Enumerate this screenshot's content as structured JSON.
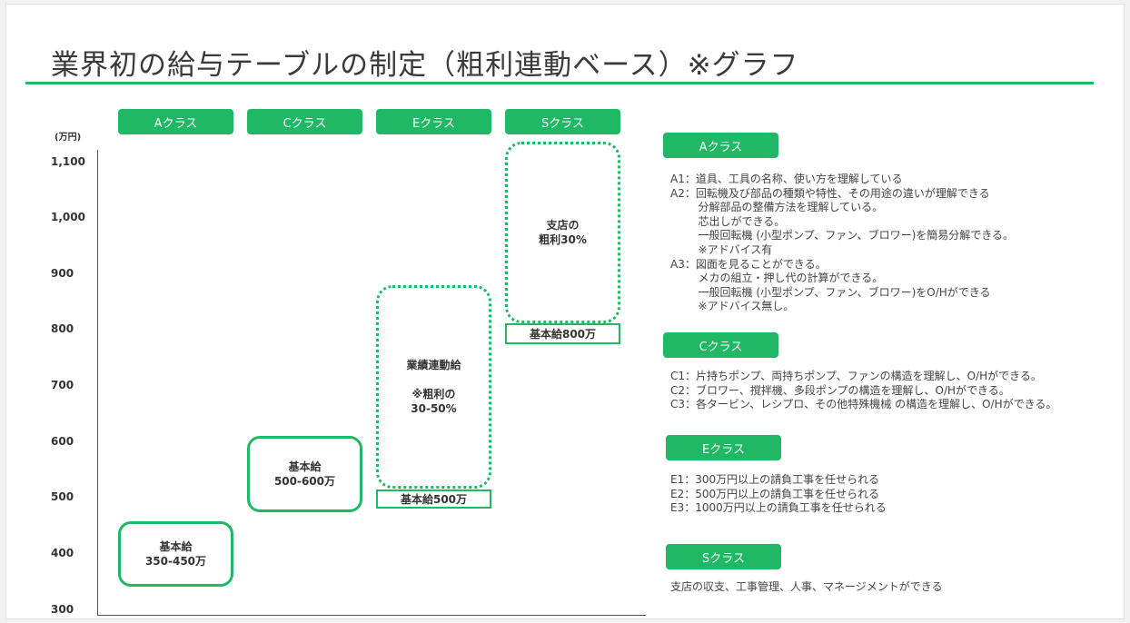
{
  "title": "業界初の給与テーブルの制定（粗利連動ベース）※グラフ",
  "chart": {
    "unit_label": "(万円)",
    "y_ticks": [
      "1,100",
      "1,000",
      "900",
      "800",
      "700",
      "600",
      "500",
      "400",
      "300"
    ],
    "columns": [
      {
        "label": "Aクラス"
      },
      {
        "label": "Cクラス"
      },
      {
        "label": "Eクラス"
      },
      {
        "label": "Sクラス"
      }
    ],
    "boxes": {
      "a_base": "基本給\n350-450万",
      "c_base": "基本給\n500-600万",
      "e_perf": "業績連動給\n\n※粗利の\n30-50%",
      "e_base": "基本給500万",
      "s_profit": "支店の\n粗利30%",
      "s_base": "基本給800万"
    }
  },
  "chart_data": {
    "type": "bar",
    "ylabel": "(万円)",
    "ylim": [
      300,
      1100
    ],
    "categories": [
      "Aクラス",
      "Cクラス",
      "Eクラス",
      "Sクラス"
    ],
    "series": [
      {
        "name": "基本給",
        "ranges": [
          [
            350,
            450
          ],
          [
            500,
            600
          ],
          [
            500,
            500
          ],
          [
            800,
            800
          ]
        ]
      },
      {
        "name": "業績連動給",
        "ranges": [
          null,
          null,
          [
            500,
            870
          ],
          [
            800,
            1100
          ]
        ]
      }
    ]
  },
  "legend": {
    "a": {
      "label": "Aクラス",
      "text": "A1：道具、工具の名称、使い方を理解している\nA2：回転機及び部品の種類や特性、その用途の違いが理解できる\n        分解部品の整備方法を理解している。\n        芯出しができる。\n        一般回転機 (小型ポンプ、ファン、ブロワー)を簡易分解できる。\n        ※アドバイス有\nA3：図面を見ることができる。\n        メカの組立・押し代の計算ができる。\n        一般回転機 (小型ポンプ、ファン、ブロワー)をO/Hができる\n        ※アドバイス無し。"
    },
    "c": {
      "label": "Cクラス",
      "text": "C1：片持ちポンプ、両持ちポンプ、ファンの構造を理解し、O/Hができる。\nC2：ブロワー、撹拌機、多段ポンプの構造を理解し、O/Hができる。\nC3：各タービン、レシプロ、その他特殊機械 の構造を理解し、O/Hができる。"
    },
    "e": {
      "label": "Eクラス",
      "text": "E1：300万円以上の請負工事を任せられる\nE2：500万円以上の請負工事を任せられる\nE3：1000万円以上の請負工事を任せられる"
    },
    "s": {
      "label": "Sクラス",
      "text": "支店の収支、工事管理、人事、マネージメントができる"
    }
  },
  "colors": {
    "accent": "#20b864"
  }
}
